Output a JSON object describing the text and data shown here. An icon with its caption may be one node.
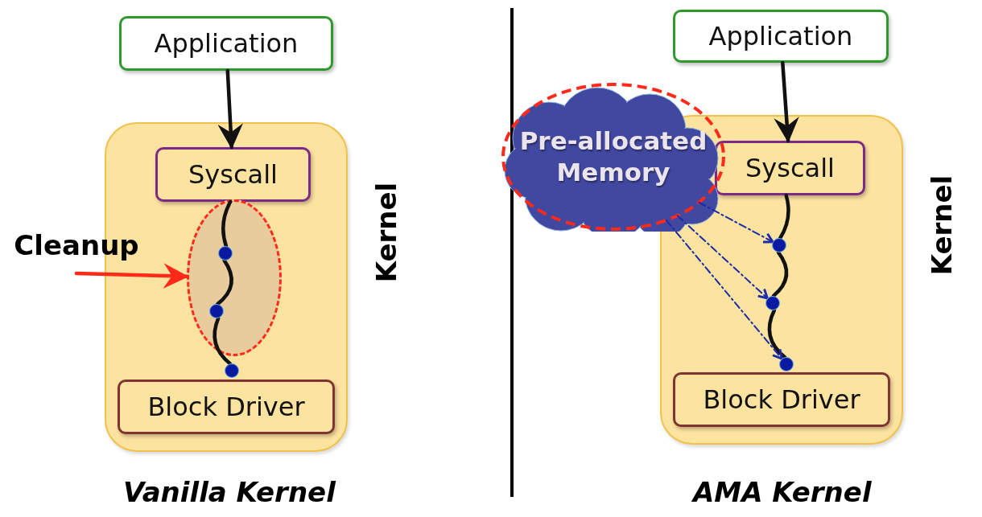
{
  "diagram": {
    "nodes": [
      {
        "text": [
          "Application"
        ]
      },
      {
        "text": [
          "Kernel"
        ]
      },
      {
        "text": [
          "Syscall"
        ],
        "in": 1
      },
      {
        "text": [],
        "shape": "ellipse",
        "in": 1
      },
      {
        "text": [],
        "shape": "circle",
        "in": 3
      },
      {
        "text": [],
        "shape": "circle",
        "in": 3
      },
      {
        "text": [],
        "shape": "circle",
        "in": 1
      },
      {
        "text": [
          "Block Driver"
        ],
        "in": 1
      },
      {
        "text": [
          "Cleanup"
        ]
      },
      {
        "text": [
          "Application"
        ]
      },
      {
        "text": [
          "Kernel"
        ]
      },
      {
        "text": [
          "Syscall"
        ],
        "in": 10
      },
      {
        "text": [],
        "shape": "circle",
        "in": 10
      },
      {
        "text": [],
        "shape": "circle",
        "in": 10
      },
      {
        "text": [],
        "shape": "circle",
        "in": 10
      },
      {
        "text": [
          "Block Driver"
        ],
        "in": 10
      },
      {
        "text": [
          "Pre-allocated Memory"
        ]
      }
    ],
    "edges": [
      {
        "from": 0,
        "to": 2,
        "arrow": "to"
      },
      {
        "from": 2,
        "to": 4,
        "arrow": "none"
      },
      {
        "from": 4,
        "to": 5,
        "arrow": "none"
      },
      {
        "from": 5,
        "to": 6,
        "arrow": "none"
      },
      {
        "from": 8,
        "to": 3,
        "arrow": "to",
        "color": "#ff2a1a"
      },
      {
        "from": 9,
        "to": 11,
        "arrow": "to"
      },
      {
        "from": 11,
        "to": 12,
        "arrow": "none"
      },
      {
        "from": 12,
        "to": 13,
        "arrow": "none"
      },
      {
        "from": 13,
        "to": 14,
        "arrow": "none"
      },
      {
        "from": 16,
        "to": 12,
        "arrow": "to",
        "style": "dashed",
        "color": "#1a2aa8"
      },
      {
        "from": 16,
        "to": 13,
        "arrow": "to",
        "style": "dashed",
        "color": "#1a2aa8"
      },
      {
        "from": 16,
        "to": 14,
        "arrow": "to",
        "style": "dashed",
        "color": "#1a2aa8"
      }
    ],
    "labels": [
      "Vanilla Kernel",
      "AMA Kernel"
    ]
  }
}
